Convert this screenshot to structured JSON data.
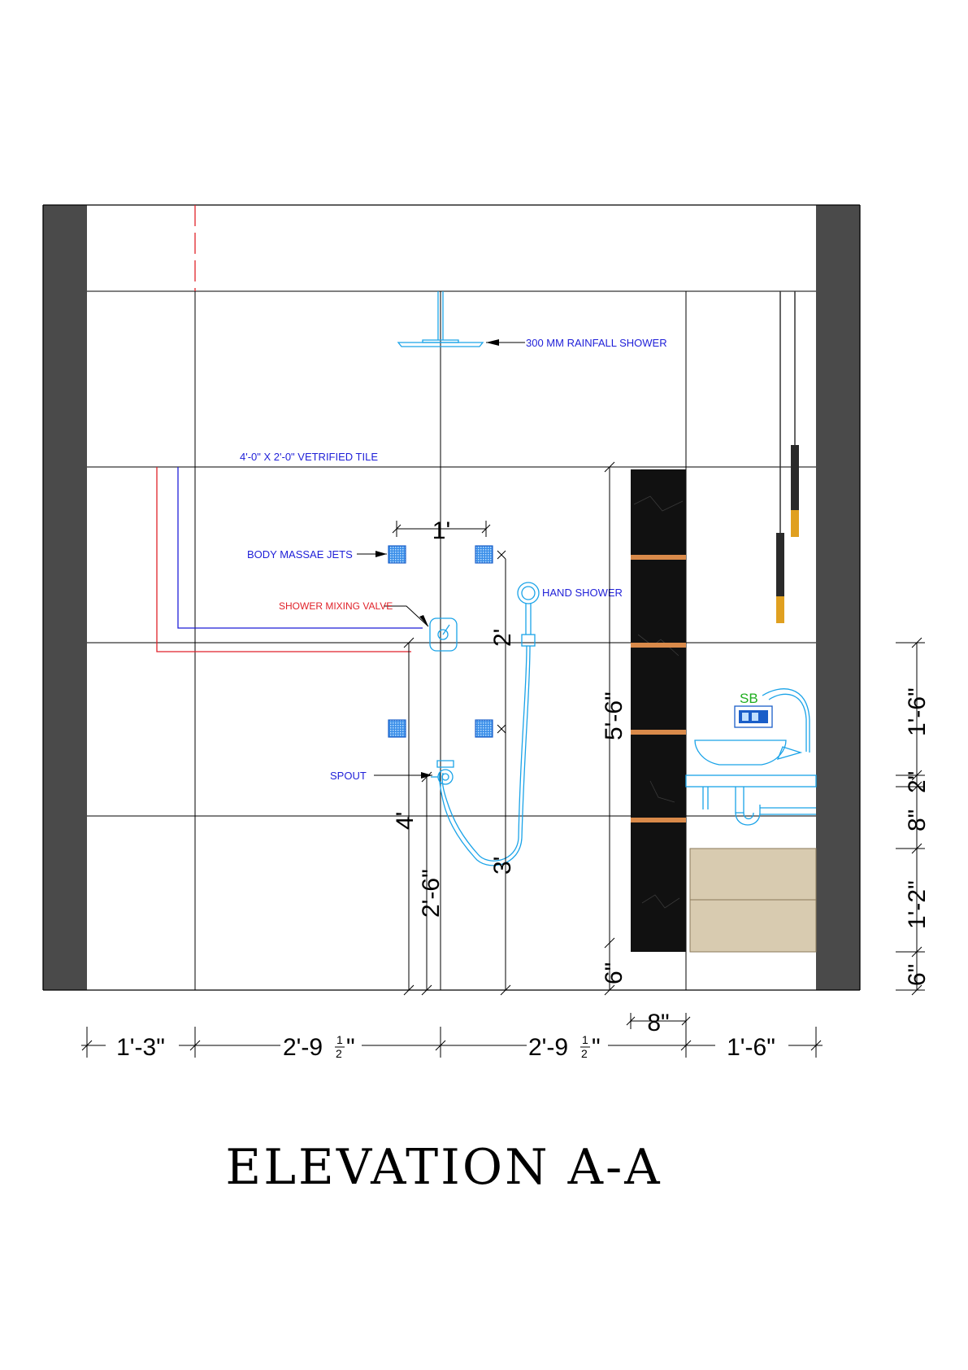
{
  "drawing": {
    "title": "ELEVATION A-A",
    "labels": {
      "rainfall_shower": "300 MM RAINFALL SHOWER",
      "tile": "4'-0\" X 2'-0\" VETRIFIED TILE",
      "body_jets": "BODY MASSAE JETS",
      "mixing_valve": "SHOWER MIXING VALVE",
      "hand_shower": "HAND SHOWER",
      "spout": "SPOUT",
      "switch_board": "SB"
    },
    "dimensions": {
      "jet_spacing": "1'",
      "hand_shower_height": "2'",
      "mixer_height": "4'",
      "spout_height": "2'-6\"",
      "jet_vertical": "3'",
      "niche_height": "5'-6\"",
      "niche_bottom": "6\"",
      "niche_width": "8\"",
      "right_1": "1'-6\"",
      "right_2": "2\"",
      "right_3": "8\"",
      "right_4": "1'-2\"",
      "right_5": "6\"",
      "bottom_1": "1'-3\"",
      "bottom_2_main": "2'-9",
      "bottom_2_frac": "1",
      "bottom_2_den": "2",
      "bottom_2_unit": "\"",
      "bottom_3_main": "2'-9",
      "bottom_3_frac": "1",
      "bottom_3_den": "2",
      "bottom_3_unit": "\"",
      "bottom_4": "1'-6\""
    },
    "colors": {
      "wall": "#4a4a4a",
      "annotation_blue": "#1f1fd8",
      "annotation_red": "#e0222a",
      "fixture_cyan": "#1aa3e8",
      "niche_black": "#111111",
      "shelf_wood": "#d98a4a",
      "vanity": "#d8cbb0",
      "pendant_gold": "#e0a020",
      "switch_green": "#1fae1f"
    },
    "icons": [
      "rainfall-shower-icon",
      "body-jet-icon",
      "mixing-valve-icon",
      "hand-shower-icon",
      "spout-icon",
      "wash-basin-icon",
      "pendant-light-icon",
      "switch-board-icon"
    ]
  }
}
